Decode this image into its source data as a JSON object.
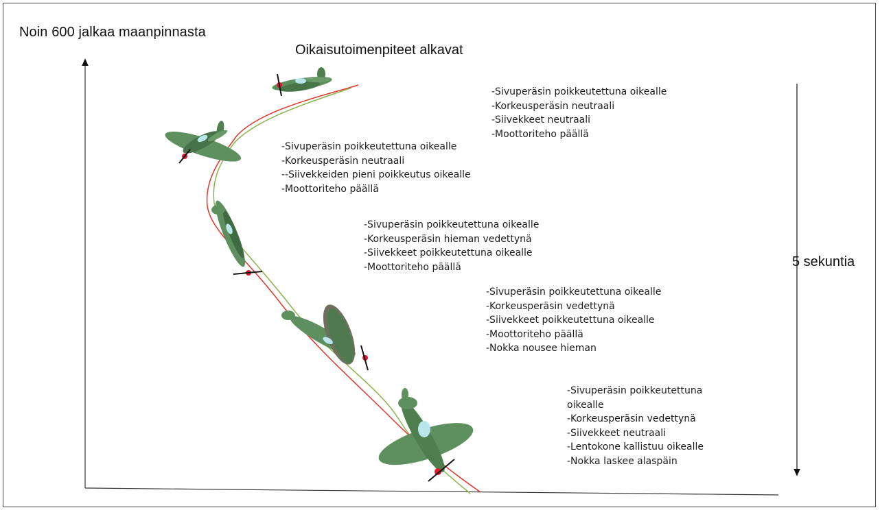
{
  "title_altitude": "Noin 600 jalkaa maanpinnasta",
  "title_start": "Oikaisutoimenpiteet alkavat",
  "duration_label": "5 sekuntia",
  "colors": {
    "path_red": "#e0352a",
    "path_green": "#8ab24a",
    "plane_green": "#5e8f5e",
    "plane_dark": "#3f6b43",
    "canopy": "#b8e6ea",
    "spinner": "#e3162b"
  },
  "notes": [
    {
      "lines": [
        "-Sivuperäsin poikkeutettuna oikealle",
        "-Korkeusperäsin neutraali",
        "-Siivekkeet neutraali",
        "-Moottoriteho  päällä"
      ]
    },
    {
      "lines": [
        "-Sivuperäsin poikkeutettuna oikealle",
        "-Korkeusperäsin neutraali",
        "--Siivekkeiden pieni poikkeutus oikealle",
        "-Moottoriteho päällä"
      ]
    },
    {
      "lines": [
        "-Sivuperäsin poikkeutettuna  oikealle",
        "-Korkeusperäsin hieman vedettynä",
        "-Siivekkeet poikkeutettuna oikealle",
        "-Moottoriteho päällä"
      ]
    },
    {
      "lines": [
        "-Sivuperäsin poikkeutettuna oikealle",
        "-Korkeusperäsin vedettynä",
        "-Siivekkeet poikkeutettuna oikealle",
        "-Moottoriteho  päällä",
        "-Nokka nousee hieman"
      ]
    },
    {
      "lines": [
        "-Sivuperäsin poikkeutettuna",
        "oikealle",
        "-Korkeusperäsin vedettynä",
        "-Siivekkeet neutraali",
        "-Lentokone kallistuu oikealle",
        "-Nokka laskee alaspäin"
      ]
    }
  ]
}
